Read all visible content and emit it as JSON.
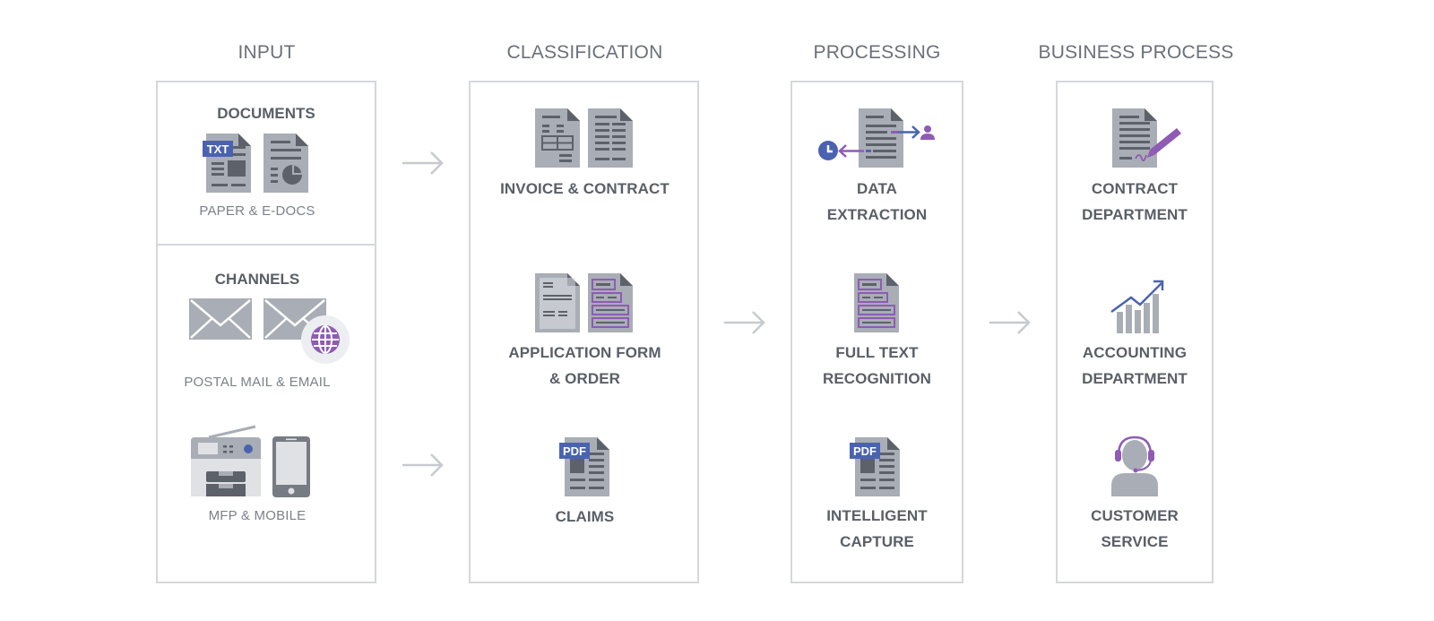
{
  "columns": [
    {
      "title": "INPUT",
      "sections": [
        {
          "heading": "DOCUMENTS",
          "caption": "PAPER & E-DOCS",
          "icons": [
            "txt-document-icon",
            "chart-document-icon"
          ]
        },
        {
          "heading": "CHANNELS",
          "caption": "POSTAL MAIL & EMAIL",
          "icons": [
            "envelope-icon",
            "email-globe-icon"
          ]
        },
        {
          "heading": "",
          "caption": "MFP & MOBILE",
          "icons": [
            "printer-icon",
            "smartphone-icon"
          ]
        }
      ]
    },
    {
      "title": "CLASSIFICATION",
      "items": [
        {
          "label_lines": [
            "INVOICE & CONTRACT"
          ],
          "icons": [
            "invoice-icon",
            "contract-icon"
          ]
        },
        {
          "label_lines": [
            "APPLICATION FORM",
            "& ORDER"
          ],
          "icons": [
            "application-form-icon",
            "order-form-icon"
          ]
        },
        {
          "label_lines": [
            "CLAIMS"
          ],
          "icons": [
            "pdf-document-icon"
          ]
        }
      ]
    },
    {
      "title": "PROCESSING",
      "items": [
        {
          "label_lines": [
            "DATA",
            "EXTRACTION"
          ],
          "icons": [
            "data-extraction-icon"
          ]
        },
        {
          "label_lines": [
            "FULL TEXT",
            "RECOGNITION"
          ],
          "icons": [
            "text-recognition-icon"
          ]
        },
        {
          "label_lines": [
            "INTELLIGENT",
            "CAPTURE"
          ],
          "icons": [
            "pdf-capture-icon"
          ]
        }
      ]
    },
    {
      "title": "BUSINESS PROCESS",
      "items": [
        {
          "label_lines": [
            "CONTRACT",
            "DEPARTMENT"
          ],
          "icons": [
            "signed-contract-icon"
          ]
        },
        {
          "label_lines": [
            "ACCOUNTING",
            "DEPARTMENT"
          ],
          "icons": [
            "growth-chart-icon"
          ]
        },
        {
          "label_lines": [
            "CUSTOMER",
            "SERVICE"
          ],
          "icons": [
            "headset-agent-icon"
          ]
        }
      ]
    }
  ],
  "badges": {
    "txt": "TXT",
    "pdf": "PDF"
  },
  "colors": {
    "icon_gray": "#a9adb5",
    "icon_dark": "#5d6169",
    "badge_blue": "#4a63b0",
    "accent_purple": "#8e5bb5",
    "border": "#d5d7dc",
    "arrow": "#c7cace"
  }
}
